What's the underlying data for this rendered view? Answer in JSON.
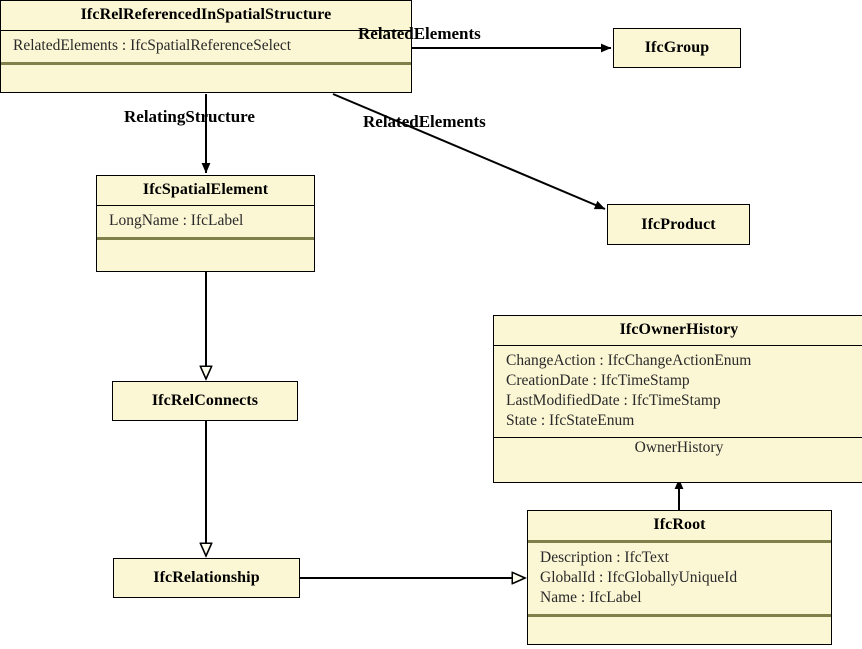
{
  "diagram": {
    "type": "uml-class-diagram",
    "title": "IfcRelReferencedInSpatialStructure relationships",
    "colors": {
      "box_fill": "#fbf6d4",
      "box_border": "#000000",
      "compartment_divider": "#80804a",
      "edge": "#000000",
      "background": "#ffffff"
    }
  },
  "classes": {
    "rel_referenced": {
      "name": "IfcRelReferencedInSpatialStructure",
      "attributes": [
        "RelatedElements : IfcSpatialReferenceSelect"
      ],
      "footer": ""
    },
    "group": {
      "name": "IfcGroup",
      "attributes": [],
      "footer": ""
    },
    "spatial_element": {
      "name": "IfcSpatialElement",
      "attributes": [
        "LongName : IfcLabel"
      ],
      "footer": ""
    },
    "product": {
      "name": "IfcProduct",
      "attributes": [],
      "footer": ""
    },
    "owner_history": {
      "name": "IfcOwnerHistory",
      "attributes": [
        "ChangeAction : IfcChangeActionEnum",
        "CreationDate : IfcTimeStamp",
        "LastModifiedDate : IfcTimeStamp",
        "State : IfcStateEnum"
      ],
      "footer": "OwnerHistory"
    },
    "rel_connects": {
      "name": "IfcRelConnects",
      "attributes": [],
      "footer": ""
    },
    "relationship": {
      "name": "IfcRelationship",
      "attributes": [],
      "footer": ""
    },
    "root": {
      "name": "IfcRoot",
      "attributes": [
        "Description : IfcText",
        "GlobalId : IfcGloballyUniqueId",
        "Name : IfcLabel"
      ],
      "footer": ""
    }
  },
  "edges": [
    {
      "id": "referenced-to-group",
      "from": "rel_referenced",
      "to": "group",
      "label": "RelatedElements",
      "arrow": "filled",
      "kind": "association"
    },
    {
      "id": "referenced-to-product",
      "from": "rel_referenced",
      "to": "product",
      "label": "RelatedElements",
      "arrow": "filled",
      "kind": "association"
    },
    {
      "id": "referenced-to-spatial",
      "from": "rel_referenced",
      "to": "spatial_element",
      "label": "RelatingStructure",
      "arrow": "filled",
      "kind": "association"
    },
    {
      "id": "spatial-to-relconnects",
      "from": "spatial_element",
      "to": "rel_connects",
      "label": "",
      "arrow": "hollow",
      "kind": "generalization"
    },
    {
      "id": "relconnects-to-relationship",
      "from": "rel_connects",
      "to": "relationship",
      "label": "",
      "arrow": "hollow",
      "kind": "generalization"
    },
    {
      "id": "relationship-to-root",
      "from": "relationship",
      "to": "root",
      "label": "",
      "arrow": "hollow",
      "kind": "generalization"
    },
    {
      "id": "root-to-ownerhistory",
      "from": "root",
      "to": "owner_history",
      "label": "",
      "arrow": "filled",
      "kind": "association"
    }
  ],
  "edge_labels": {
    "related_elements_group": "RelatedElements",
    "related_elements_product": "RelatedElements",
    "relating_structure": "RelatingStructure"
  }
}
